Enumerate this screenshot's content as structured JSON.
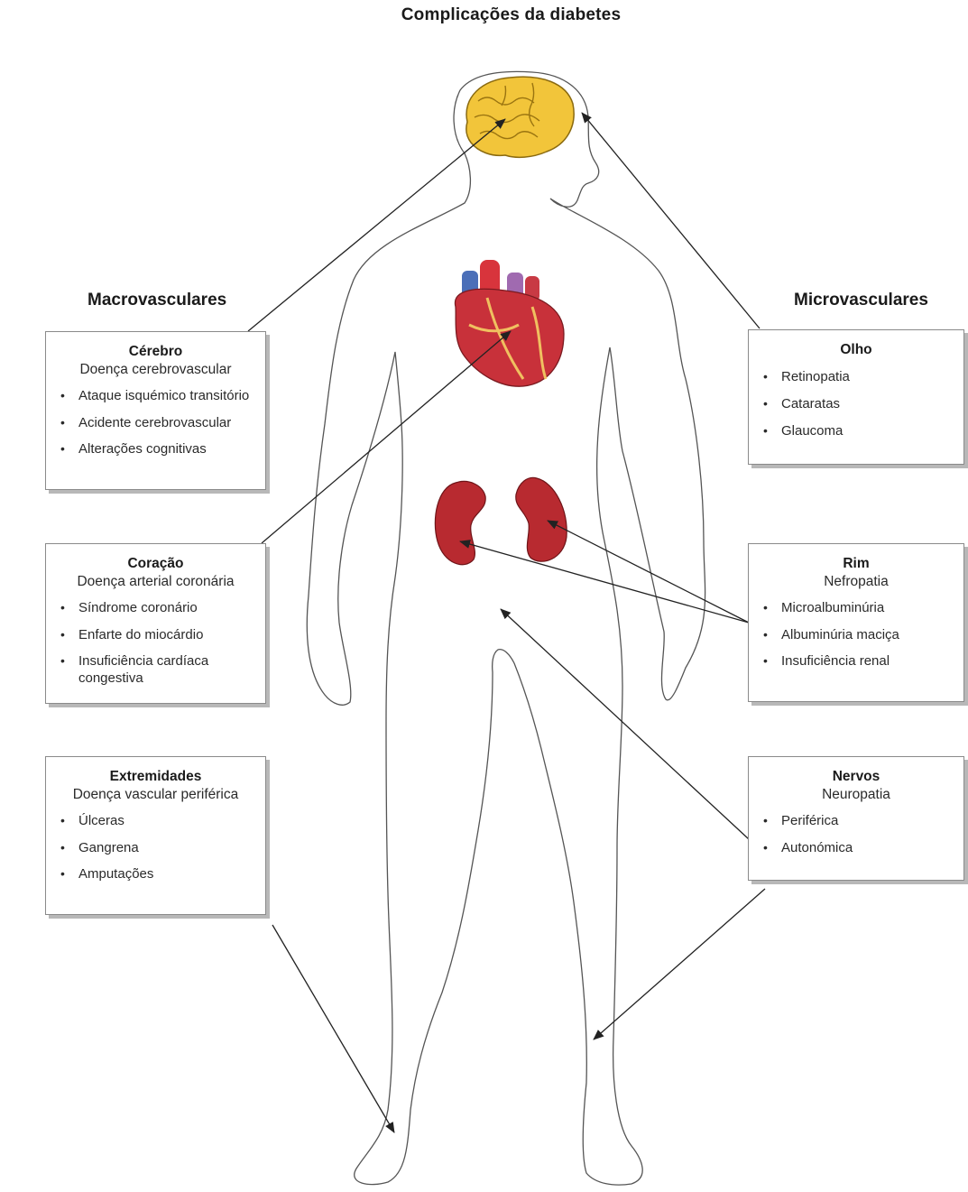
{
  "title": "Complicações da diabetes",
  "left_heading": "Macrovasculares",
  "right_heading": "Microvasculares",
  "boxes": {
    "cerebro": {
      "heading": "Cérebro",
      "subheading": "Doença cerebrovascular",
      "items": [
        "Ataque isquémico transitório",
        "Acidente cerebrovascular",
        "Alterações cognitivas"
      ]
    },
    "coracao": {
      "heading": "Coração",
      "subheading": "Doença arterial coronária",
      "items": [
        "Síndrome coronário",
        "Enfarte do miocárdio",
        "Insuficiência cardíaca congestiva"
      ]
    },
    "extremidades": {
      "heading": "Extremidades",
      "subheading": "Doença vascular periférica",
      "items": [
        "Úlceras",
        "Gangrena",
        "Amputações"
      ]
    },
    "olho": {
      "heading": "Olho",
      "items": [
        "Retinopatia",
        "Cataratas",
        "Glaucoma"
      ]
    },
    "rim": {
      "heading": "Rim",
      "subheading": "Nefropatia",
      "items": [
        "Microalbuminúria",
        "Albuminúria maciça",
        "Insuficiência renal"
      ]
    },
    "nervos": {
      "heading": "Nervos",
      "subheading": "Neuropatia",
      "items": [
        "Periférica",
        "Autonómica"
      ]
    }
  },
  "colors": {
    "brain": "#f2c53a",
    "heart": "#c8313a",
    "kidney": "#b82a30",
    "outline": "#555555",
    "arrow": "#222222"
  },
  "icons": [
    "brain-illustration",
    "heart-illustration",
    "kidney-illustration",
    "body-outline"
  ]
}
